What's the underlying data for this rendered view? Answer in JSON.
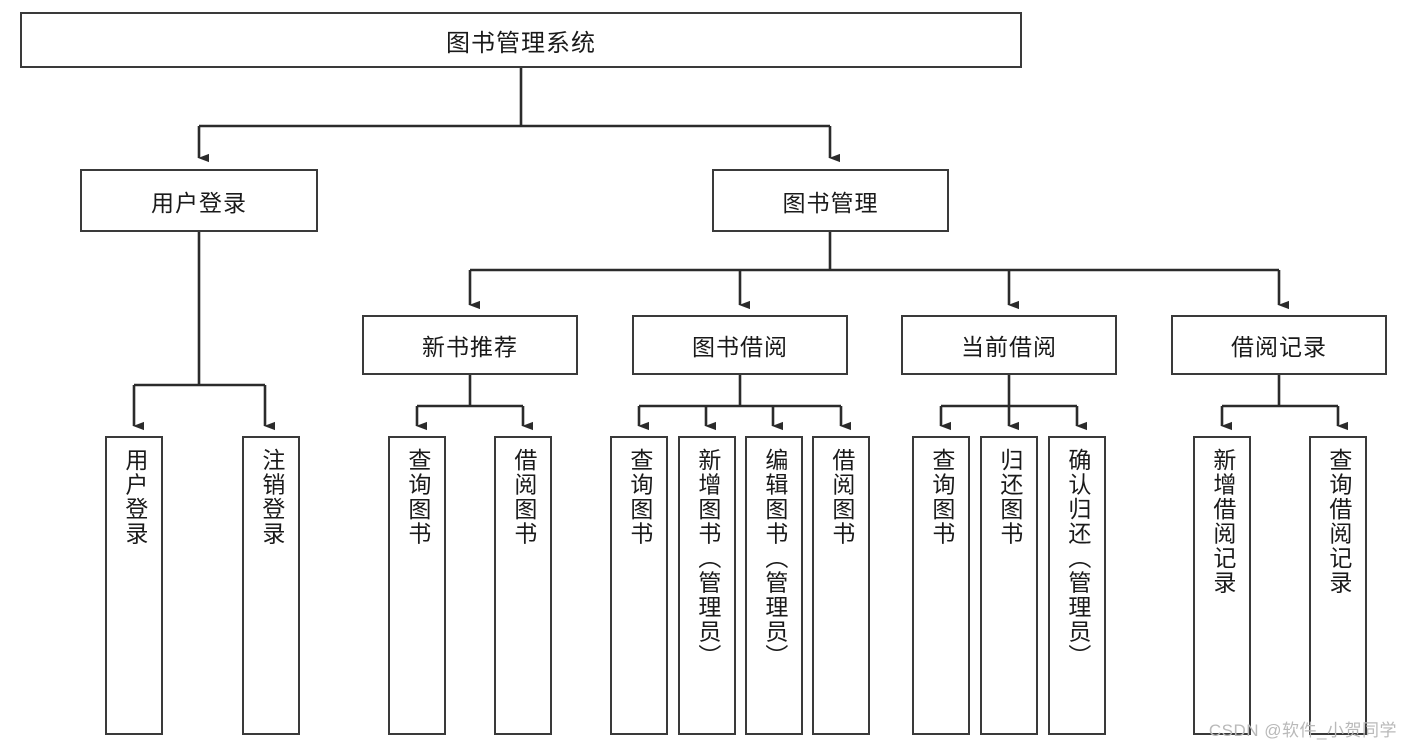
{
  "diagram": {
    "title": "图书管理系统",
    "type": "tree",
    "watermark": "CSDN @软件_小贺同学",
    "colors": {
      "box_border": "#3a3a3a",
      "box_fill": "#ffffff",
      "connector": "#2b2b2b",
      "text": "#1a1a1a",
      "watermark": "#b9b9b9",
      "background": "#ffffff"
    },
    "nodes": {
      "root": {
        "label": "图书管理系统"
      },
      "level2": [
        {
          "id": "user-login",
          "label": "用户登录"
        },
        {
          "id": "book-management",
          "label": "图书管理"
        }
      ],
      "level3": [
        {
          "id": "new-book-recommend",
          "label": "新书推荐"
        },
        {
          "id": "book-borrow",
          "label": "图书借阅"
        },
        {
          "id": "current-borrow",
          "label": "当前借阅"
        },
        {
          "id": "borrow-record",
          "label": "借阅记录"
        }
      ],
      "leaves": {
        "user_login": [
          {
            "id": "leaf-user-login",
            "label": "用户登录"
          },
          {
            "id": "leaf-logout-login",
            "label": "注销登录"
          }
        ],
        "new_book_recommend": [
          {
            "id": "leaf-query-book-1",
            "label": "查询图书"
          },
          {
            "id": "leaf-borrow-book-1",
            "label": "借阅图书"
          }
        ],
        "book_borrow": [
          {
            "id": "leaf-query-book-2",
            "label": "查询图书"
          },
          {
            "id": "leaf-add-book",
            "label": "新增图书（管理员）"
          },
          {
            "id": "leaf-edit-book",
            "label": "编辑图书（管理员）"
          },
          {
            "id": "leaf-borrow-book-2",
            "label": "借阅图书"
          }
        ],
        "current_borrow": [
          {
            "id": "leaf-query-book-3",
            "label": "查询图书"
          },
          {
            "id": "leaf-return-book",
            "label": "归还图书"
          },
          {
            "id": "leaf-confirm-return",
            "label": "确认归还（管理员）"
          }
        ],
        "borrow_record": [
          {
            "id": "leaf-add-record",
            "label": "新增借阅记录"
          },
          {
            "id": "leaf-query-record",
            "label": "查询借阅记录"
          }
        ]
      }
    },
    "edges": [
      {
        "from": "图书管理系统",
        "to": "用户登录"
      },
      {
        "from": "图书管理系统",
        "to": "图书管理"
      },
      {
        "from": "用户登录",
        "to": "用户登录"
      },
      {
        "from": "用户登录",
        "to": "注销登录"
      },
      {
        "from": "图书管理",
        "to": "新书推荐"
      },
      {
        "from": "图书管理",
        "to": "图书借阅"
      },
      {
        "from": "图书管理",
        "to": "当前借阅"
      },
      {
        "from": "图书管理",
        "to": "借阅记录"
      },
      {
        "from": "新书推荐",
        "to": "查询图书"
      },
      {
        "from": "新书推荐",
        "to": "借阅图书"
      },
      {
        "from": "图书借阅",
        "to": "查询图书"
      },
      {
        "from": "图书借阅",
        "to": "新增图书（管理员）"
      },
      {
        "from": "图书借阅",
        "to": "编辑图书（管理员）"
      },
      {
        "from": "图书借阅",
        "to": "借阅图书"
      },
      {
        "from": "当前借阅",
        "to": "查询图书"
      },
      {
        "from": "当前借阅",
        "to": "归还图书"
      },
      {
        "from": "当前借阅",
        "to": "确认归还（管理员）"
      },
      {
        "from": "借阅记录",
        "to": "新增借阅记录"
      },
      {
        "from": "借阅记录",
        "to": "查询借阅记录"
      }
    ]
  }
}
